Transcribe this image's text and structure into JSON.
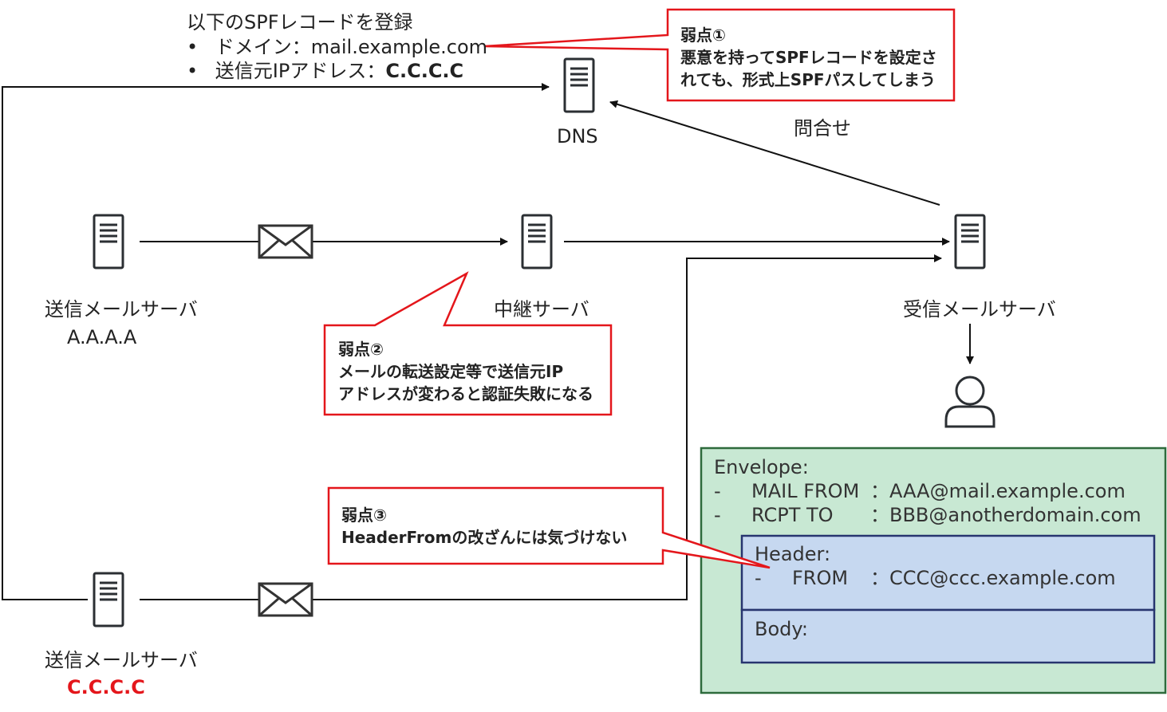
{
  "spf_note": {
    "line1": "以下のSPFレコードを登録",
    "bullet": "•",
    "domain_label": "ドメイン：",
    "domain_value": "mail.example.com",
    "ip_label": "送信元IPアドレス：",
    "ip_value": "C.C.C.C"
  },
  "dns": {
    "label": "DNS"
  },
  "query": {
    "label": "問合せ"
  },
  "weakness1": {
    "title": "弱点①",
    "line1": "悪意を持ってSPFレコードを設定さ",
    "line2": "れても、形式上SPFパスしてしまう"
  },
  "weakness2": {
    "title": "弱点②",
    "line1": "メールの転送設定等で送信元IP",
    "line2": "アドレスが変わると認証失敗になる"
  },
  "weakness3": {
    "title": "弱点③",
    "line1": "HeaderFromの改ざんには気づけない"
  },
  "sender1": {
    "label": "送信メールサーバ",
    "ip": "A.A.A.A"
  },
  "relay": {
    "label": "中継サーバ"
  },
  "receiver": {
    "label": "受信メールサーバ"
  },
  "sender2": {
    "label": "送信メールサーバ",
    "ip": "C.C.C.C"
  },
  "envelope": {
    "title": "Envelope:",
    "dash": "-",
    "mail_from_key": "MAIL FROM",
    "mail_from_value": "：AAA@mail.example.com",
    "rcpt_to_key": "RCPT TO",
    "rcpt_to_value": "：BBB@anotherdomain.com",
    "header_title": "Header:",
    "from_key": "FROM",
    "from_value": "：CCC@ccc.example.com",
    "body_title": "Body:"
  },
  "colors": {
    "red": "#e4161b",
    "green_fill": "#c8e8d3",
    "green_border": "#2e6b3c",
    "blue_fill": "#c6d8f0",
    "blue_border": "#27356f",
    "dark": "#333333"
  }
}
